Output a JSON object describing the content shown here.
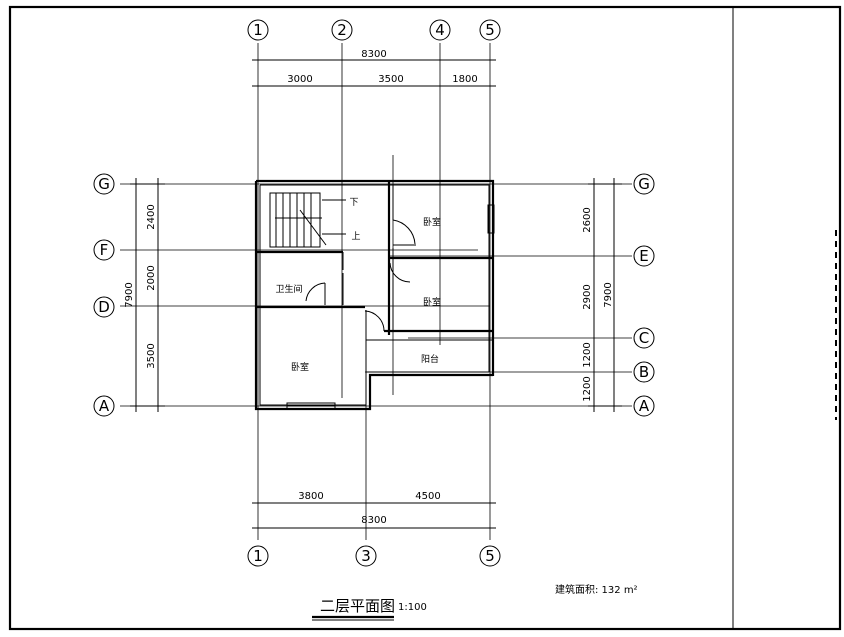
{
  "plan": {
    "title": "二层平面图",
    "scale": "1:100",
    "area_label": "建筑面积: 132 m²"
  },
  "axes": {
    "top": [
      "1",
      "2",
      "4",
      "5"
    ],
    "bottom": [
      "1",
      "3",
      "5"
    ],
    "left": [
      "G",
      "F",
      "D",
      "A"
    ],
    "right": [
      "G",
      "E",
      "C",
      "B",
      "A"
    ]
  },
  "dimensions": {
    "top_total": "8300",
    "top_segments": [
      "3000",
      "3500",
      "1800"
    ],
    "bottom_segments": [
      "3800",
      "4500"
    ],
    "bottom_total": "8300",
    "left_total": "7900",
    "left_segments": [
      "2400",
      "2000",
      "3500"
    ],
    "right_total": "7900",
    "right_segments": [
      "2600",
      "2900",
      "1200",
      "1200"
    ]
  },
  "rooms": {
    "bedroom_ne": "卧室",
    "bedroom_e": "卧室",
    "bathroom": "卫生间",
    "bedroom_sw": "卧室",
    "balcony": "阳台",
    "stair_down": "下",
    "stair_up": "上"
  }
}
